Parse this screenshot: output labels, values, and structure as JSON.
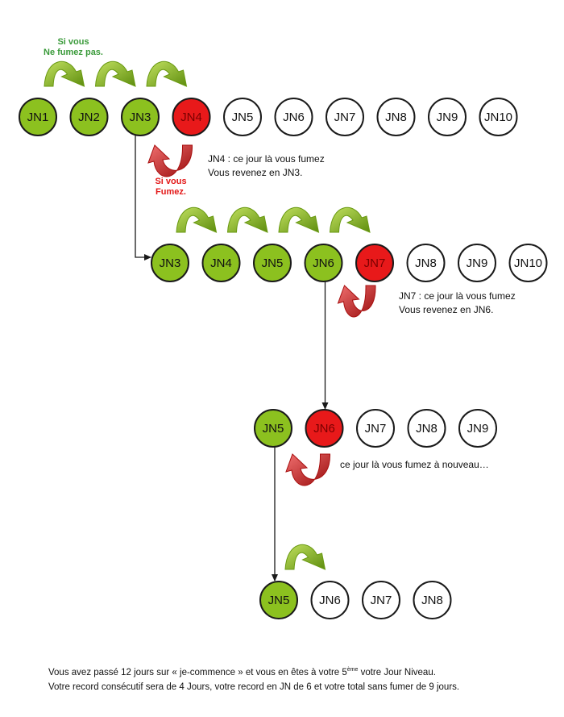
{
  "colors": {
    "green": "#8cc11f",
    "red": "#e8191a",
    "white": "#ffffff",
    "stroke": "#1a1a1a",
    "arrow_green_light": "#b0d94a",
    "arrow_green_dark": "#6a9a12",
    "arrow_red_light": "#e85050",
    "arrow_red_dark": "#a81010",
    "label_green": "#3a9a3a",
    "label_red": "#e31818"
  },
  "rows": [
    {
      "circles": [
        {
          "label": "JN1",
          "state": "green"
        },
        {
          "label": "JN2",
          "state": "green"
        },
        {
          "label": "JN3",
          "state": "green"
        },
        {
          "label": "JN4",
          "state": "red"
        },
        {
          "label": "JN5",
          "state": "white"
        },
        {
          "label": "JN6",
          "state": "white"
        },
        {
          "label": "JN7",
          "state": "white"
        },
        {
          "label": "JN8",
          "state": "white"
        },
        {
          "label": "JN9",
          "state": "white"
        },
        {
          "label": "JN10",
          "state": "white"
        }
      ],
      "note": [
        "JN4 : ce jour là vous fumez",
        "Vous revenez en JN3."
      ]
    },
    {
      "circles": [
        {
          "label": "JN3",
          "state": "green"
        },
        {
          "label": "JN4",
          "state": "green"
        },
        {
          "label": "JN5",
          "state": "green"
        },
        {
          "label": "JN6",
          "state": "green"
        },
        {
          "label": "JN7",
          "state": "red"
        },
        {
          "label": "JN8",
          "state": "white"
        },
        {
          "label": "JN9",
          "state": "white"
        },
        {
          "label": "JN10",
          "state": "white"
        }
      ],
      "note": [
        "JN7 : ce jour là vous fumez",
        "Vous revenez en JN6."
      ]
    },
    {
      "circles": [
        {
          "label": "JN5",
          "state": "green"
        },
        {
          "label": "JN6",
          "state": "red"
        },
        {
          "label": "JN7",
          "state": "white"
        },
        {
          "label": "JN8",
          "state": "white"
        },
        {
          "label": "JN9",
          "state": "white"
        }
      ],
      "note": [
        "ce jour là vous fumez à nouveau…"
      ]
    },
    {
      "circles": [
        {
          "label": "JN5",
          "state": "green"
        },
        {
          "label": "JN6",
          "state": "white"
        },
        {
          "label": "JN7",
          "state": "white"
        },
        {
          "label": "JN8",
          "state": "white"
        }
      ],
      "note": []
    }
  ],
  "labels": {
    "no_smoke": [
      "Si vous",
      "Ne fumez pas."
    ],
    "smoke": [
      "Si vous",
      "Fumez."
    ]
  },
  "footer": {
    "line1_a": "Vous avez passé 12 jours sur « je-commence » et vous en êtes à votre 5",
    "line1_sup": "ème",
    "line1_b": " votre Jour Niveau.",
    "line2": "Votre record consécutif sera de 4 Jours, votre record en JN de 6 et votre total sans fumer de 9 jours."
  }
}
